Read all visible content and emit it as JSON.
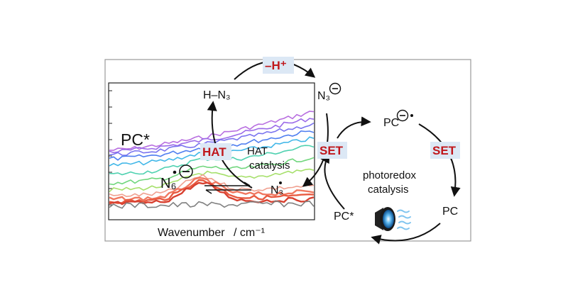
{
  "figure": {
    "spectrum": {
      "label": "PC*",
      "xlabel": "Wavenumber",
      "xunit": "/ cm⁻¹",
      "trace_colors": [
        "#b86fe0",
        "#9b6ae8",
        "#7a74ef",
        "#4f7ef0",
        "#41b7e8",
        "#4fd1b0",
        "#70d67d",
        "#a6e06b",
        "#f0a090",
        "#f07860",
        "#e85a40",
        "#d84030",
        "#808080"
      ]
    },
    "hat_cycle": {
      "top_label": "–H⁺",
      "left_label": "HAT",
      "right_label": "SET",
      "center_line1": "HAT",
      "center_line2": "catalysis",
      "species_hn3": "H–N₃",
      "species_n3_anion": "N₃",
      "species_n3_radical": "N₃",
      "species_n6": "N₆"
    },
    "photoredox_cycle": {
      "center_line1": "photoredox",
      "center_line2": "catalysis",
      "set_label": "SET",
      "species_pc_anion": "PC",
      "species_pc": "PC",
      "species_pc_star": "PC*",
      "light_source_icon": "flashlight-icon"
    },
    "colors": {
      "red_label": "#c0171c",
      "highlight_box": "#dce8f5",
      "arrow": "#111111"
    }
  }
}
